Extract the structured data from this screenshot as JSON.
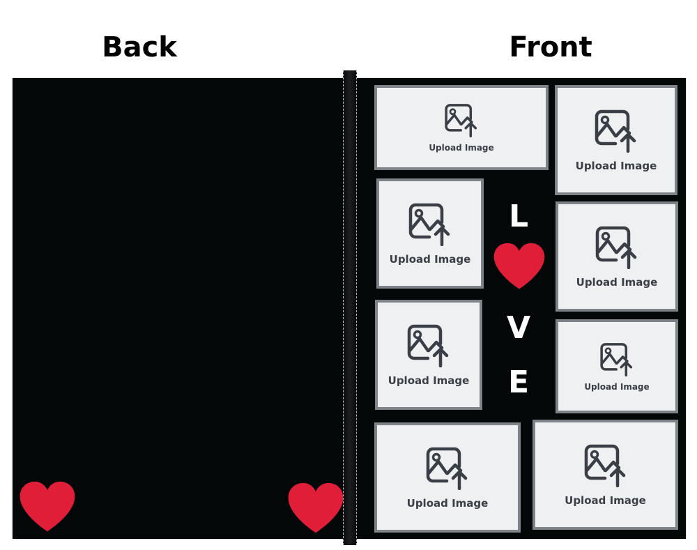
{
  "titles": {
    "back": "Back",
    "front": "Front"
  },
  "colors": {
    "cover": "#040708",
    "heart": "#e01e37",
    "placeholder_bg": "#eff0f2",
    "placeholder_border": "#7e8389",
    "icon": "#3a3f47"
  },
  "back": {
    "hearts": [
      "heart-icon",
      "heart-icon"
    ]
  },
  "front": {
    "placeholders": [
      {
        "label": "Upload Image",
        "icon": "image-upload-icon"
      },
      {
        "label": "Upload Image",
        "icon": "image-upload-icon"
      },
      {
        "label": "Upload Image",
        "icon": "image-upload-icon"
      },
      {
        "label": "Upload Image",
        "icon": "image-upload-icon"
      },
      {
        "label": "Upload Image",
        "icon": "image-upload-icon"
      },
      {
        "label": "Upload Image",
        "icon": "image-upload-icon"
      },
      {
        "label": "Upload Image",
        "icon": "image-upload-icon"
      },
      {
        "label": "Upload Image",
        "icon": "image-upload-icon"
      }
    ],
    "love": {
      "l": "L",
      "v": "V",
      "e": "E",
      "o_icon": "heart-icon"
    }
  }
}
